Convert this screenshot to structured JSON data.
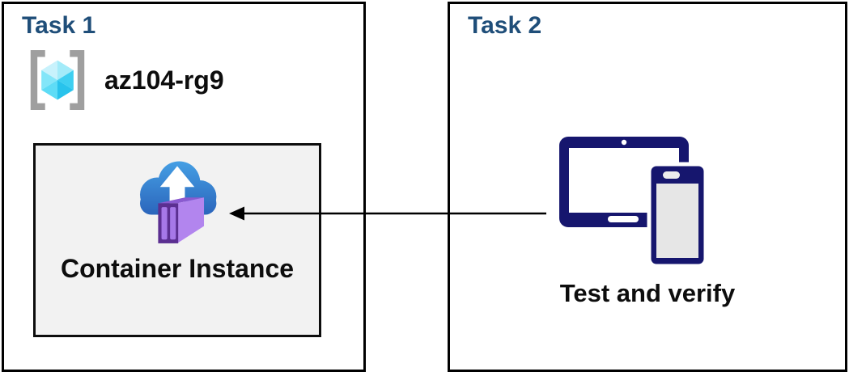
{
  "diagram": {
    "task1": {
      "title": "Task 1",
      "resource_group": {
        "name": "az104-rg9",
        "icon": "resource-group-icon"
      },
      "container_box": {
        "label": "Container Instance",
        "icon": "container-instance-icon"
      }
    },
    "task2": {
      "title": "Task 2",
      "devices": {
        "label": "Test and verify",
        "icon": "tablet-and-phone-icon"
      }
    },
    "arrow": {
      "direction": "from-task2-devices-to-container-instance",
      "style": "solid-black-left-arrowhead"
    },
    "colors": {
      "task_title": "#1F4E79",
      "box_border": "#000000",
      "inner_box_fill": "#f2f2f2",
      "device_navy": "#16166e",
      "device_screen_gray": "#e6e6e6",
      "cloud_blue_top": "#459fe4",
      "cloud_blue_bottom": "#2a63ba",
      "container_purple_side": "#b285ee",
      "container_purple_frame": "#5b2f91",
      "container_purple_panel": "#a678e8",
      "cube_cyan_light": "#c8f2fc",
      "cube_cyan_dark": "#28c3ec",
      "bracket_gray": "#9f9f9f"
    }
  }
}
